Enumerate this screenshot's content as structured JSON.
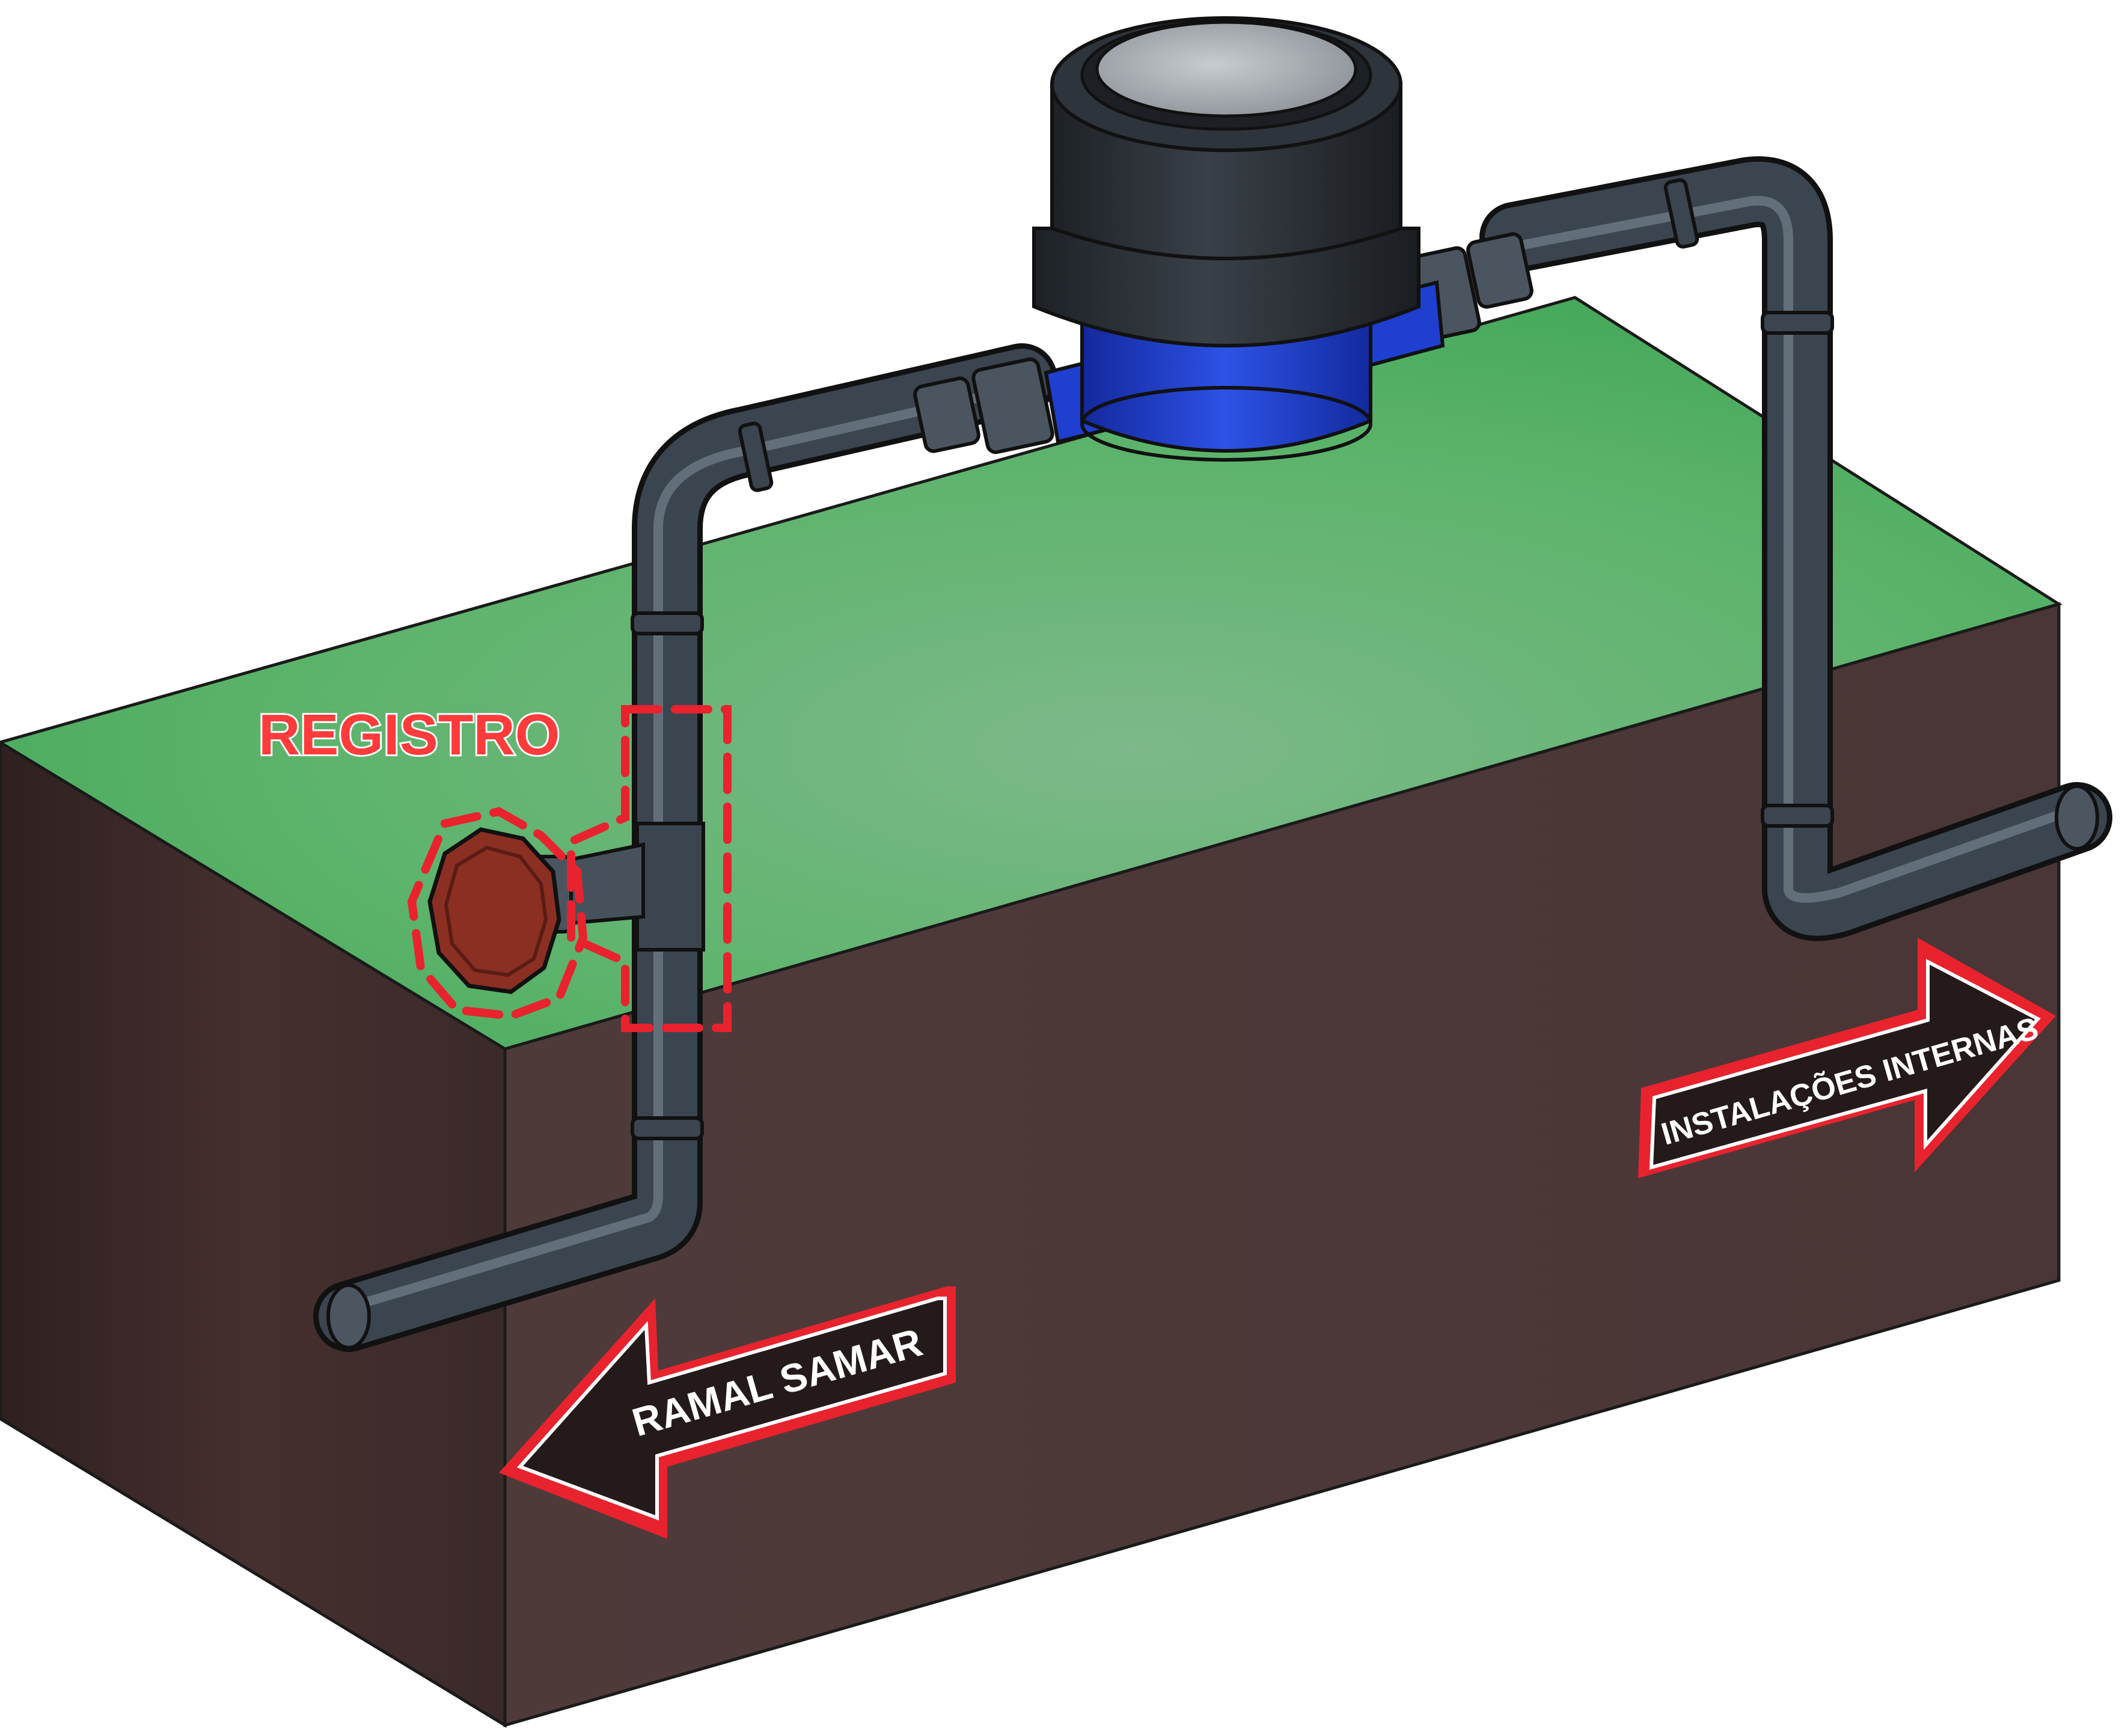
{
  "labels": {
    "registro": "REGISTRO",
    "ramal": "RAMAL SAMAR",
    "instalacoes": "INSTALAÇÕES INTERNAS"
  },
  "icons": {
    "left_arrow": "arrow-left-icon",
    "right_arrow": "arrow-right-icon",
    "meter": "water-meter-icon",
    "valve": "valve-handwheel-icon"
  },
  "colors": {
    "grass_top": "#4caf5f",
    "grass_light": "#7fbf8a",
    "soil_front": "#4a3636",
    "soil_side": "#3d2b2b",
    "pipe": "#3b4550",
    "pipe_highlight": "#6d7985",
    "meter_body": "#2b3036",
    "meter_base": "#1e3fd0",
    "valve_wheel": "#8a2f22",
    "highlight_red": "#e8232e",
    "label_white": "#ffffff"
  }
}
